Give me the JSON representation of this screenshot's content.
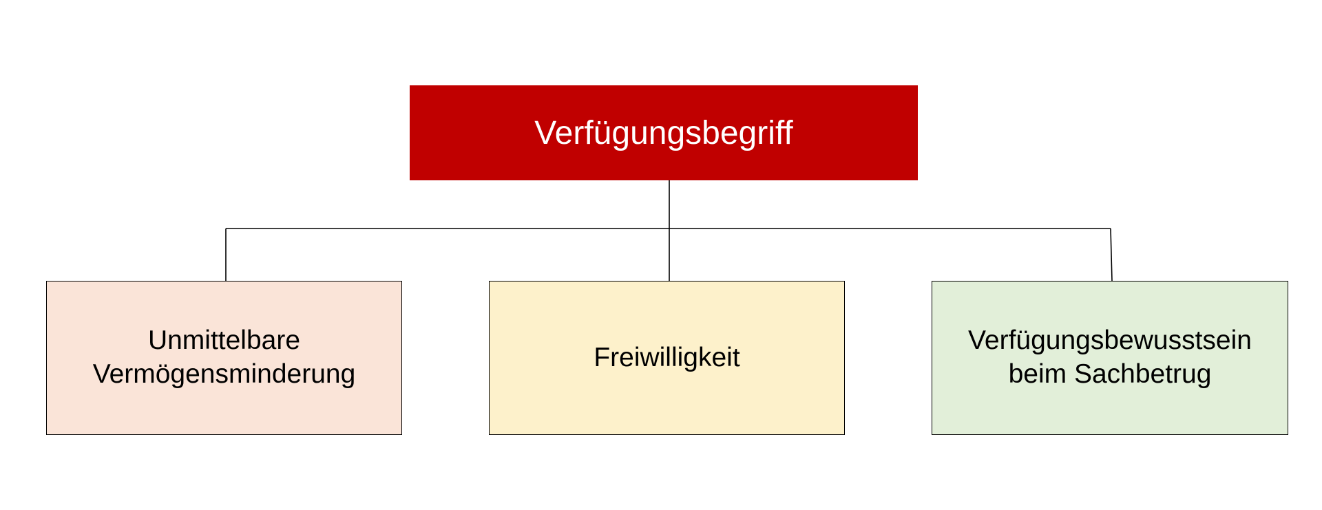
{
  "diagram": {
    "root": {
      "label": "Verfügungsbegriff",
      "color": "#c00000"
    },
    "children": [
      {
        "label": "Unmittelbare\nVermögensminderung",
        "color": "#fae4d8"
      },
      {
        "label": "Freiwilligkeit",
        "color": "#fdf1cb"
      },
      {
        "label": "Verfügungsbewusstsein\nbeim Sachbetrug",
        "color": "#e2efd9"
      }
    ]
  }
}
